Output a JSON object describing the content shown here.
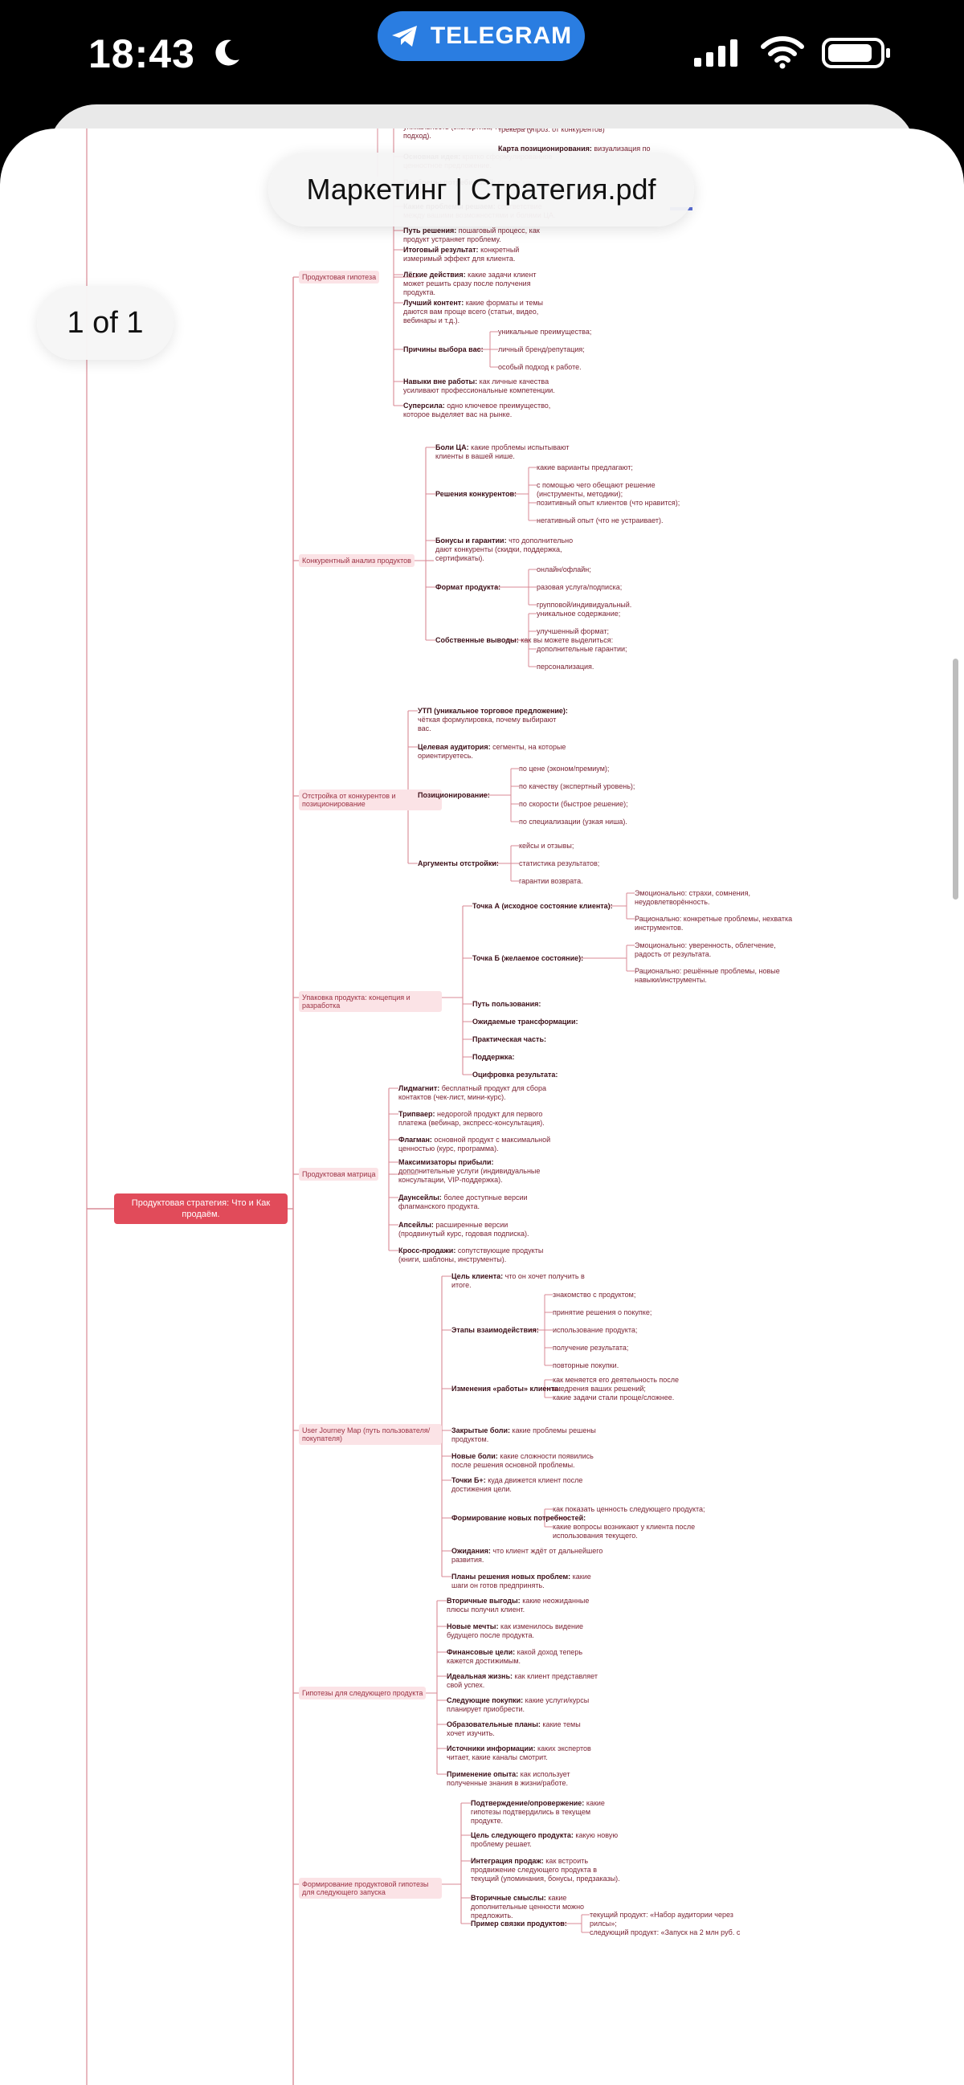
{
  "status_bar": {
    "time": "18:43",
    "app_pill_label": "TELEGRAM"
  },
  "viewer": {
    "file_title": "Маркетинг | Стратегия.pdf",
    "page_indicator": "1 of 1"
  },
  "mindmap": {
    "top_fragments": [
      {
        "bold": "",
        "text": "трекера (упроз. от конкурентов)"
      },
      {
        "bold": "Карта позиционирования:",
        "text": " визуализация по"
      }
    ],
    "root": "Продуктовая стратегия: Что и Как продаём.",
    "branches": [
      {
        "label": "Продуктовая гипотеза",
        "items": [
          {
            "bold": "Ключевые компетенции:",
            "text": " в чём ваша уникальность (экспертиза, технологии, подход)."
          },
          {
            "bold": "Основная идея:",
            "text": " кратко сформулированное ценностное предложение."
          },
          {
            "bold": "Проблемы потребителей:",
            "text": " список ключевых болей ЦА."
          },
          {
            "bold": "Какие проблемы решаем:",
            "text": " соответствие между вашими возможностями и болями ЦА."
          },
          {
            "bold": "Путь решения:",
            "text": " пошаговый процесс, как продукт устраняет проблему."
          },
          {
            "bold": "Итоговый результат:",
            "text": " конкретный измеримый эффект для клиента."
          },
          {
            "bold": "Лёгкие действия:",
            "text": " какие задачи клиент может решить сразу после получения продукта."
          },
          {
            "bold": "Лучший контент:",
            "text": " какие форматы и темы даются вам проще всего (статьи, видео, вебинары и т.д.)."
          },
          {
            "bold": "Причины выбора вас:",
            "text": "",
            "sub": [
              "уникальные преимущества;",
              "личный бренд/репутация;",
              "особый подход к работе."
            ]
          },
          {
            "bold": "Навыки вне работы:",
            "text": " как личные качества усиливают профессиональные компетенции."
          },
          {
            "bold": "Суперсила:",
            "text": " одно ключевое преимущество, которое выделяет вас на рынке."
          }
        ]
      },
      {
        "label": "Конкурентный анализ продуктов",
        "items": [
          {
            "bold": "Боли ЦА:",
            "text": " какие проблемы испытывают клиенты в вашей нише."
          },
          {
            "bold": "Решения конкурентов:",
            "text": "",
            "sub": [
              "какие варианты предлагают;",
              "с помощью чего обещают решение (инструменты, методики);",
              "позитивный опыт клиентов (что нравится);",
              "негативный опыт (что не устраивает)."
            ]
          },
          {
            "bold": "Бонусы и гарантии:",
            "text": " что дополнительно дают конкуренты (скидки, поддержка, сертификаты)."
          },
          {
            "bold": "Формат продукта:",
            "text": "",
            "sub": [
              "онлайн/офлайн;",
              "разовая услуга/подписка;",
              "групповой/индивидуальный."
            ]
          },
          {
            "bold": "Собственные выводы:",
            "text": " как вы можете выделиться:",
            "sub": [
              "уникальное содержание;",
              "улучшенный формат;",
              "дополнительные гарантии;",
              "персонализация."
            ]
          }
        ]
      },
      {
        "label": "Отстройка от конкурентов и позиционирование",
        "items": [
          {
            "bold": "УТП (уникальное торговое предложение):",
            "text": " чёткая формулировка, почему выбирают вас."
          },
          {
            "bold": "Целевая аудитория:",
            "text": " сегменты, на которые ориентируетесь."
          },
          {
            "bold": "Позиционирование:",
            "text": "",
            "sub": [
              "по цене (эконом/премиум);",
              "по качеству (экспертный уровень);",
              "по скорости (быстрое решение);",
              "по специализации (узкая ниша)."
            ]
          },
          {
            "bold": "Аргументы отстройки:",
            "text": "",
            "sub": [
              "кейсы и отзывы;",
              "статистика результатов;",
              "гарантии возврата."
            ]
          }
        ]
      },
      {
        "label": "Упаковка продукта: концепция и разработка",
        "items": [
          {
            "bold": "Точка А (исходное состояние клиента):",
            "text": "",
            "sub": [
              "Эмоционально: страхи, сомнения, неудовлетворённость.",
              "Рационально: конкретные проблемы, нехватка инструментов."
            ]
          },
          {
            "bold": "Точка Б (желаемое состояние):",
            "text": "",
            "sub": [
              "Эмоционально: уверенность, облегчение, радость от результата.",
              "Рационально: решённые проблемы, новые навыки/инструменты."
            ]
          },
          {
            "bold": "Путь пользования:",
            "text": ""
          },
          {
            "bold": "Ожидаемые трансформации:",
            "text": ""
          },
          {
            "bold": "Практическая часть:",
            "text": ""
          },
          {
            "bold": "Поддержка:",
            "text": ""
          },
          {
            "bold": "Оцифровка результата:",
            "text": ""
          }
        ]
      },
      {
        "label": "Продуктовая матрица",
        "items": [
          {
            "bold": "Лидмагнит:",
            "text": " бесплатный продукт для сбора контактов (чек-лист, мини-курс)."
          },
          {
            "bold": "Трипваер:",
            "text": " недорогой продукт для первого платежа (вебинар, экспресс-консультация)."
          },
          {
            "bold": "Флагман:",
            "text": " основной продукт с максимальной ценностью (курс, программа)."
          },
          {
            "bold": "Максимизаторы прибыли:",
            "text": " дополнительные услуги (индивидуальные консультации, VIP-поддержка)."
          },
          {
            "bold": "Даунсейлы:",
            "text": " более доступные версии флагманского продукта."
          },
          {
            "bold": "Апсейлы:",
            "text": " расширенные версии (продвинутый курс, годовая подписка)."
          },
          {
            "bold": "Кросс-продажи:",
            "text": " сопутствующие продукты (книги, шаблоны, инструменты)."
          }
        ]
      },
      {
        "label": "User Journey Map (путь пользователя/покупателя)",
        "items": [
          {
            "bold": "Цель клиента:",
            "text": " что он хочет получить в итоге."
          },
          {
            "bold": "Этапы взаимодействия:",
            "text": "",
            "sub": [
              "знакомство с продуктом;",
              "принятие решения о покупке;",
              "использование продукта;",
              "получение результата;",
              "повторные покупки."
            ]
          },
          {
            "bold": "Изменения «работы» клиента:",
            "text": "",
            "sub": [
              "как меняется его деятельность после внедрения ваших решений;",
              "какие задачи стали проще/сложнее."
            ]
          },
          {
            "bold": "Закрытые боли:",
            "text": " какие проблемы решены продуктом."
          },
          {
            "bold": "Новые боли:",
            "text": " какие сложности появились после решения основной проблемы."
          },
          {
            "bold": "Точки Б+:",
            "text": " куда движется клиент после достижения цели."
          },
          {
            "bold": "Формирование новых потребностей:",
            "text": "",
            "sub": [
              "как показать ценность следующего продукта;",
              "какие вопросы возникают у клиента после использования текущего."
            ]
          },
          {
            "bold": "Ожидания:",
            "text": " что клиент ждёт от дальнейшего развития."
          },
          {
            "bold": "Планы решения новых проблем:",
            "text": " какие шаги он готов предпринять."
          }
        ]
      },
      {
        "label": "Гипотезы для следующего продукта",
        "items": [
          {
            "bold": "Вторичные выгоды:",
            "text": " какие неожиданные плюсы получил клиент."
          },
          {
            "bold": "Новые мечты:",
            "text": " как изменилось видение будущего после продукта."
          },
          {
            "bold": "Финансовые цели:",
            "text": " какой доход теперь кажется достижимым."
          },
          {
            "bold": "Идеальная жизнь:",
            "text": " как клиент представляет свой успех."
          },
          {
            "bold": "Следующие покупки:",
            "text": " какие услуги/курсы планирует приобрести."
          },
          {
            "bold": "Образовательные планы:",
            "text": " какие темы хочет изучить."
          },
          {
            "bold": "Источники информации:",
            "text": " каких экспертов читает, какие каналы смотрит."
          },
          {
            "bold": "Применение опыта:",
            "text": " как использует полученные знания в жизни/работе."
          }
        ]
      },
      {
        "label": "Формирование продуктовой гипотезы для следующего запуска",
        "items": [
          {
            "bold": "Подтверждение/опровержение:",
            "text": " какие гипотезы подтвердились в текущем продукте."
          },
          {
            "bold": "Цель следующего продукта:",
            "text": " какую новую проблему решает."
          },
          {
            "bold": "Интеграция продаж:",
            "text": " как встроить продвижение следующего продукта в текущий (упоминания, бонусы, предзаказы)."
          },
          {
            "bold": "Вторичные смыслы:",
            "text": " какие дополнительные ценности можно предложить."
          },
          {
            "bold": "Пример связки продуктов:",
            "text": "",
            "sub": [
              "текущий продукт: «Набор аудитории через рилсы»;",
              "следующий продукт: «Запуск на 2 млн руб. с"
            ]
          }
        ]
      }
    ]
  }
}
